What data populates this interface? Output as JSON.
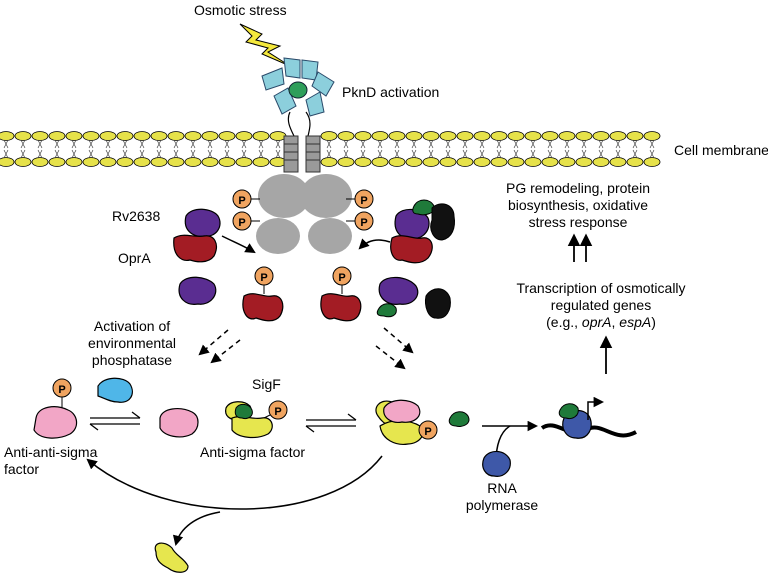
{
  "labels": {
    "osmotic_stress": "Osmotic stress",
    "pknd_activation": "PknD activation",
    "cell_membrane": "Cell membrane",
    "rv2638": "Rv2638",
    "opra_label": "OprA",
    "sigf": "SigF",
    "pg_remodeling_1": "PG remodeling, protein",
    "pg_remodeling_2": "biosynthesis, oxidative",
    "pg_remodeling_3": "stress response",
    "transcription_1": "Transcription of osmotically",
    "transcription_2": "regulated genes",
    "transcription_3a": "(e.g., ",
    "transcription_3b": "oprA",
    "transcription_3c": ", ",
    "transcription_3d": "espA",
    "transcription_3e": ")",
    "activation_1": "Activation of",
    "activation_2": "environmental",
    "activation_3": "phosphatase",
    "anti_anti_sigma_1": "Anti-anti-sigma",
    "anti_anti_sigma_2": "factor",
    "anti_sigma": "Anti-sigma factor",
    "rna_1": "RNA",
    "rna_2": "polymerase",
    "phospho": "P"
  },
  "colors": {
    "membrane": "#e6e24a",
    "purple": "#5a2d91",
    "red": "#a31c24",
    "pink": "#f2a6c6",
    "yellow": "#e6e64e",
    "lime": "#c8dc3c",
    "green": "#1f7a3a",
    "blue": "#3e58a8",
    "cyan": "#4fb6e8",
    "phospho": "#f0a460",
    "grey": "#a6a6a6",
    "lightning": "#f4e83c",
    "pknd_blade": "#8ccfdc"
  }
}
